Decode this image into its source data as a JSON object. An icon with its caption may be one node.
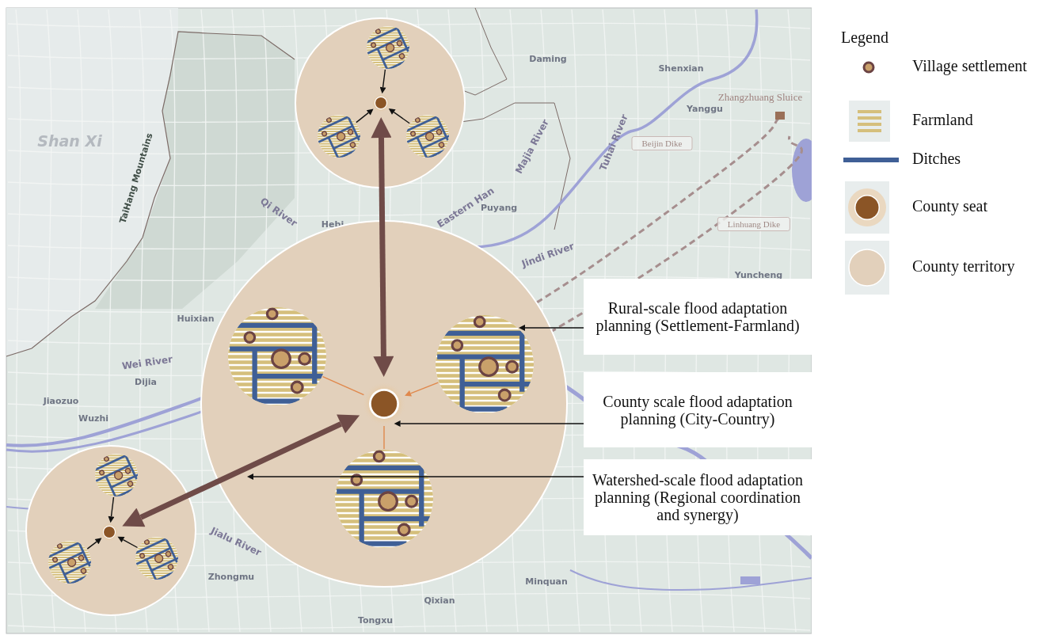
{
  "diagram": {
    "nodes": [
      {
        "text": [],
        "shape": "circle"
      },
      {
        "text": [],
        "shape": "circle",
        "in": 0
      },
      {
        "text": [],
        "shape": "circle",
        "in": 0
      },
      {
        "text": [],
        "shape": "circle",
        "in": 0
      },
      {
        "text": [],
        "shape": "circle",
        "in": 0
      },
      {
        "text": [],
        "shape": "circle"
      },
      {
        "text": [],
        "shape": "circle",
        "in": 5
      },
      {
        "text": [],
        "shape": "circle",
        "in": 5
      },
      {
        "text": [],
        "shape": "circle",
        "in": 5
      },
      {
        "text": [],
        "shape": "circle",
        "in": 5
      },
      {
        "text": [],
        "shape": "circle"
      },
      {
        "text": [],
        "shape": "circle",
        "in": 10
      },
      {
        "text": [],
        "shape": "circle",
        "in": 10
      },
      {
        "text": [],
        "shape": "circle",
        "in": 10
      },
      {
        "text": [],
        "shape": "circle",
        "in": 10
      },
      {
        "text": [
          "Rural-scale flood adaptation planning (Settlement-Farmland)"
        ]
      },
      {
        "text": [
          "County scale flood adaptation planning (City-Country)"
        ]
      },
      {
        "text": [
          "Watershed-scale flood adaptation planning (Regional coordination and synergy)"
        ]
      }
    ],
    "edges": [
      {
        "from": 1,
        "to": 4,
        "arrow": "to"
      },
      {
        "from": 2,
        "to": 4,
        "arrow": "to"
      },
      {
        "from": 3,
        "to": 4,
        "arrow": "to"
      },
      {
        "from": 4,
        "to": 9,
        "arrow": "both",
        "style": "thick",
        "color": "#6f4b48"
      },
      {
        "from": 6,
        "to": 9,
        "arrow": "none",
        "color": "#e0884c"
      },
      {
        "from": 7,
        "to": 9,
        "arrow": "to",
        "color": "#e0884c"
      },
      {
        "from": 8,
        "to": 9,
        "arrow": "none",
        "color": "#e0884c"
      },
      {
        "from": 9,
        "to": 14,
        "arrow": "both",
        "style": "thick",
        "color": "#6f4b48"
      },
      {
        "from": 11,
        "to": 14,
        "arrow": "to"
      },
      {
        "from": 12,
        "to": 14,
        "arrow": "to"
      },
      {
        "from": 13,
        "to": 14,
        "arrow": "to"
      },
      {
        "from": 15,
        "to": 7,
        "arrow": "to"
      },
      {
        "from": 16,
        "to": 9,
        "arrow": "to"
      },
      {
        "from": 17,
        "to": null,
        "arrow": "to"
      }
    ],
    "labels": [
      "Shan Xi",
      "TaiHang Mountains",
      "Daming",
      "Shenxian",
      "Zhangzhuang Sluice",
      "Yanggu",
      "Beijin Dike",
      "Majia River",
      "Tuhai River",
      "Qi River",
      "Hebi",
      "Eastern Han",
      "Puyang",
      "Jindi River",
      "Linhuang Dike",
      "Yuncheng",
      "Huixian",
      "Wei River",
      "Dijia",
      "Jiaozuo",
      "Wuzhi",
      "Jialu River",
      "Zhongmu",
      "Qixian",
      "Minquan",
      "Tongxu",
      "Legend"
    ],
    "legend": [
      {
        "text": "Village settlement"
      },
      {
        "text": "Farmland"
      },
      {
        "text": "Ditches"
      },
      {
        "text": "County seat"
      },
      {
        "text": "County territory",
        "color": "#e2d0bb"
      }
    ]
  }
}
